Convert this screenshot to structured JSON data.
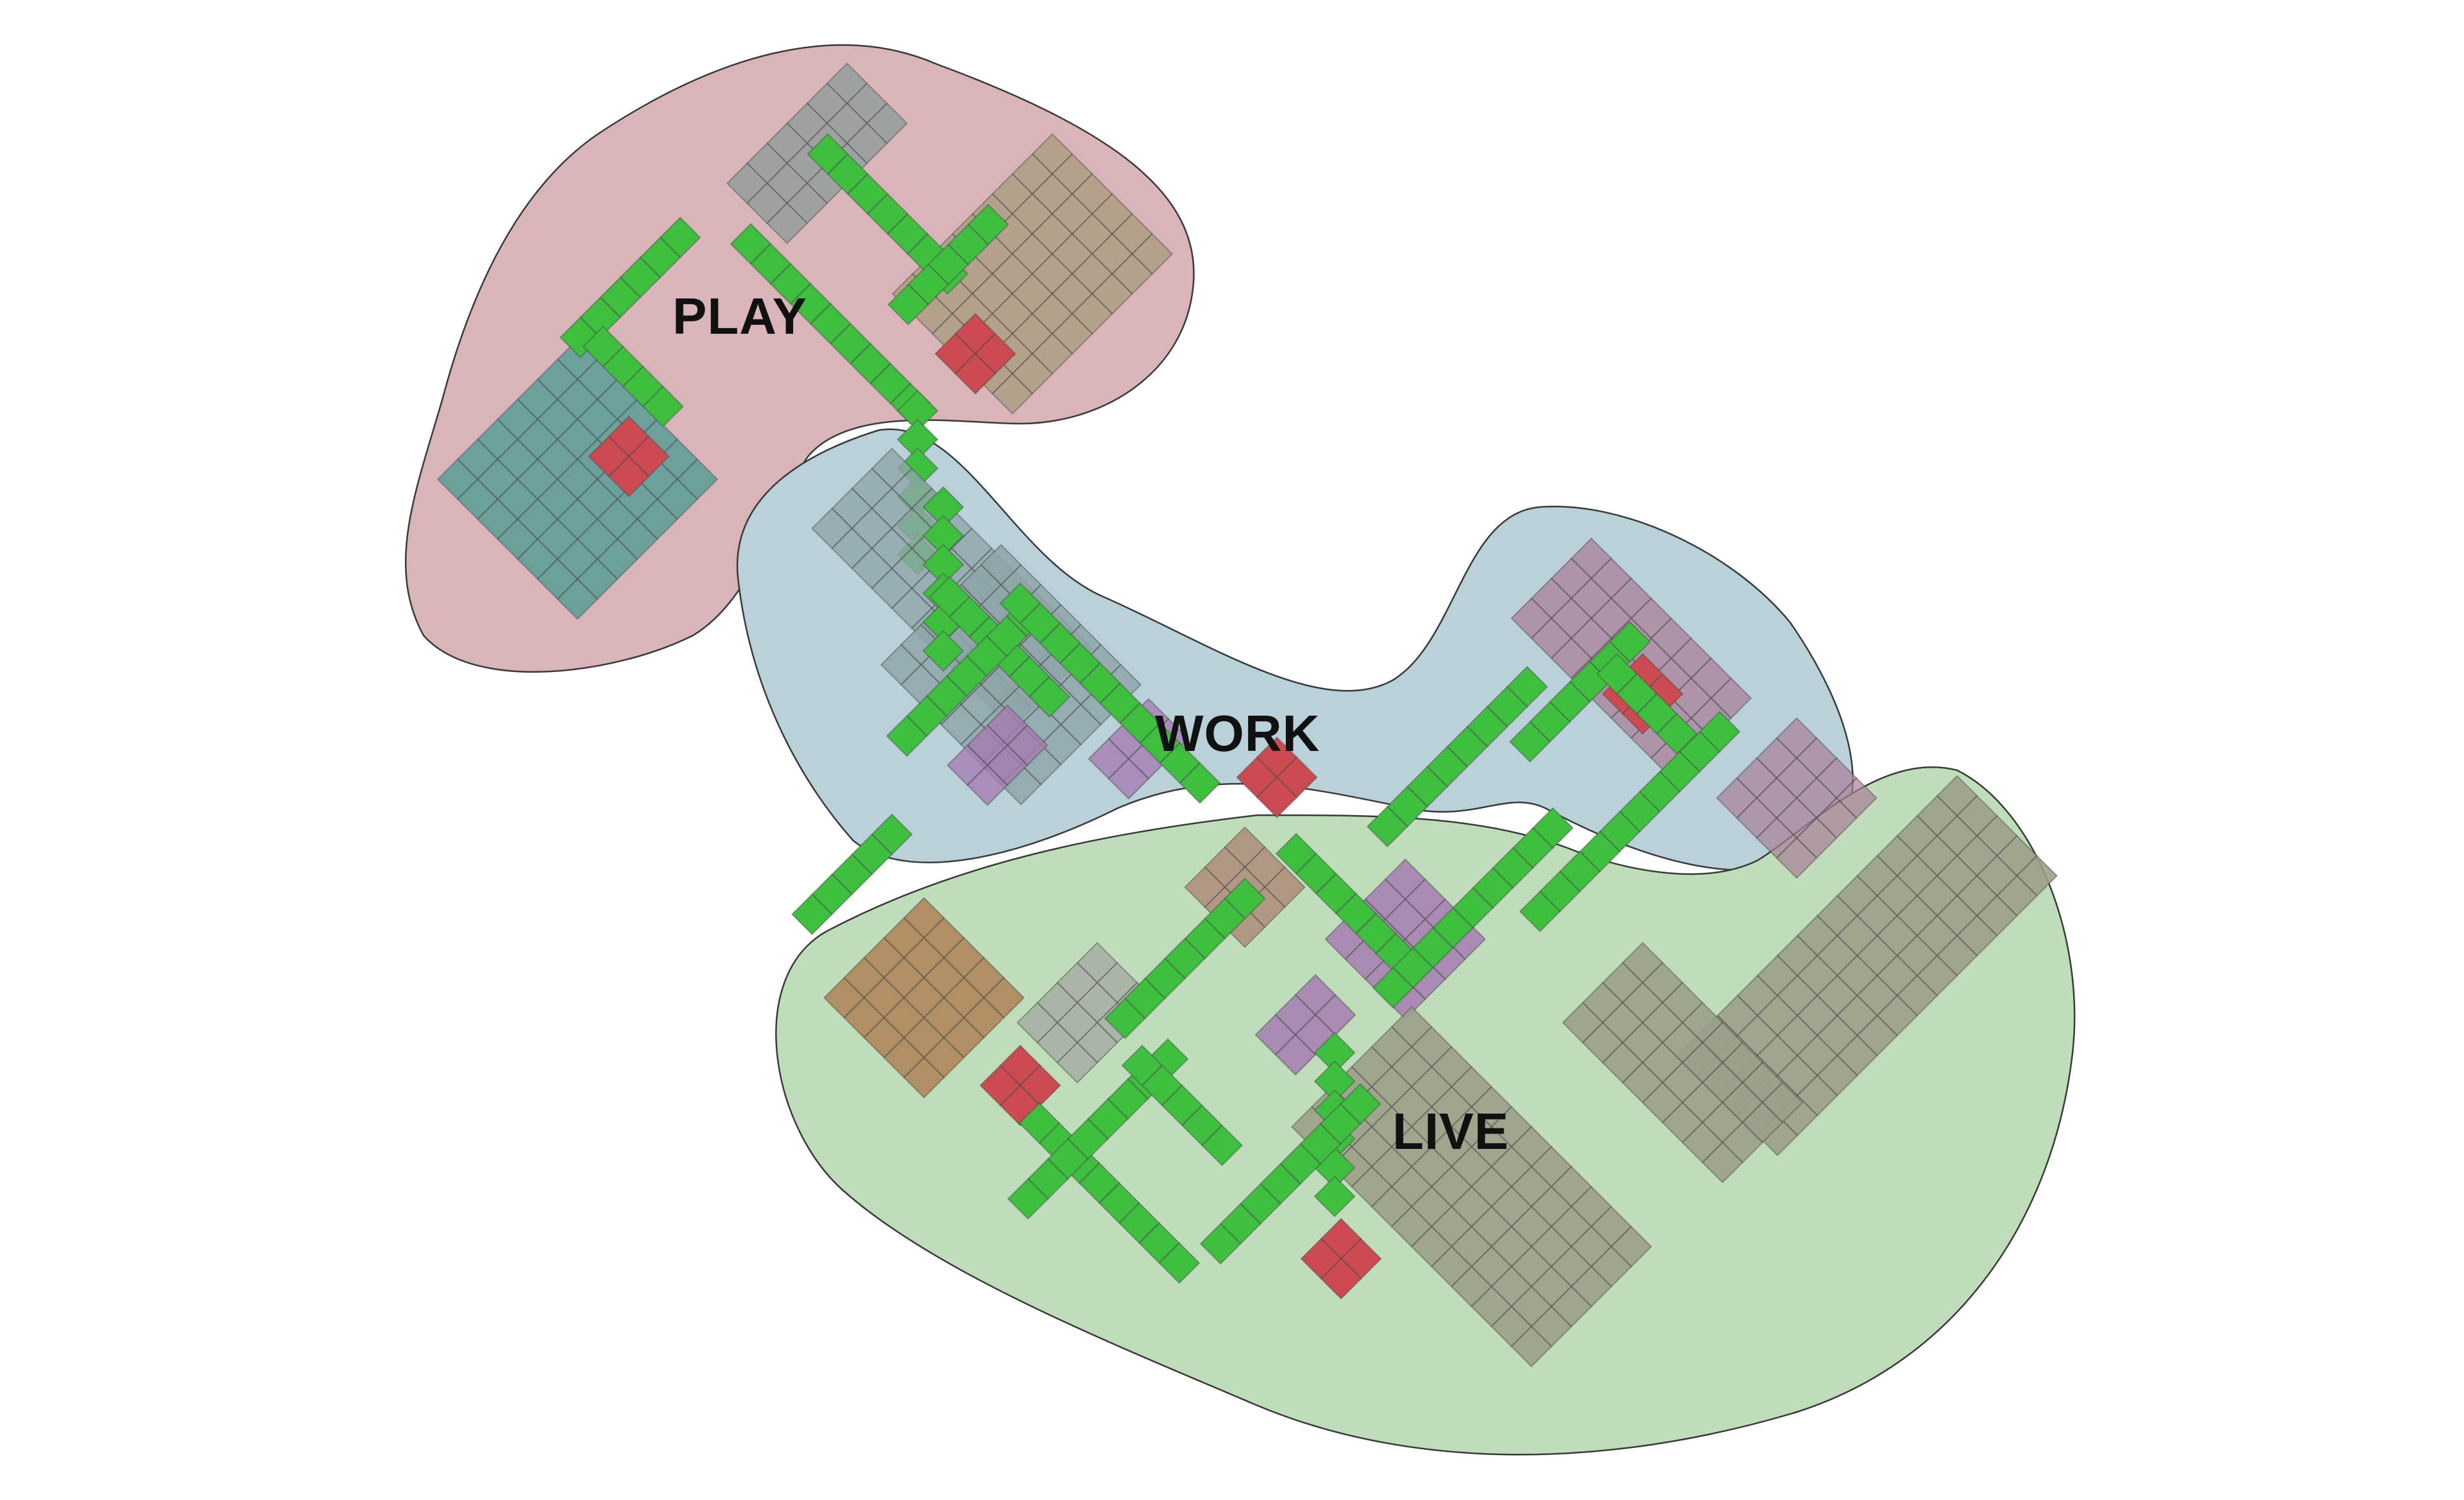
{
  "zones": [
    {
      "id": "play",
      "label": "PLAY",
      "color": "#d9b4b8"
    },
    {
      "id": "work",
      "label": "WORK",
      "color": "#b9d1d9"
    },
    {
      "id": "live",
      "label": "LIVE",
      "color": "#bfddb8"
    }
  ],
  "tile_colors": {
    "path": "#3fbf3f",
    "node": "#cc4a52",
    "teal": "#5f9f98",
    "grey": "#9aa09e",
    "tan": "#ad9d82",
    "work_grey": "#8ea6a8",
    "purple": "#a57cb1",
    "mauve": "#a97f98",
    "brown": "#ad865a",
    "clay": "#ad8c78",
    "olive": "#9ba08a",
    "sage": "#a9b2a6"
  }
}
